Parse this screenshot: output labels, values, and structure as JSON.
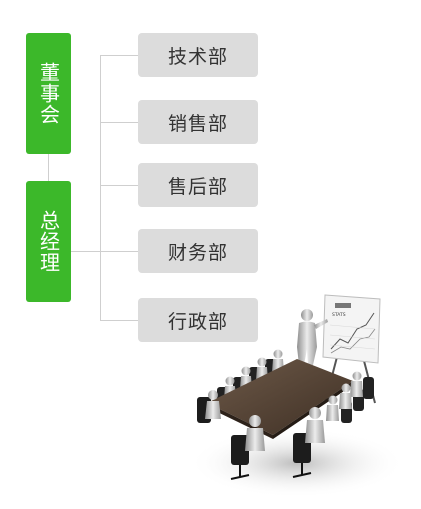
{
  "leadership": {
    "board": "董事会",
    "general_manager": "总经理"
  },
  "departments": [
    {
      "label": "技术部"
    },
    {
      "label": "销售部"
    },
    {
      "label": "售后部"
    },
    {
      "label": "财务部"
    },
    {
      "label": "行政部"
    }
  ],
  "illustration": {
    "chart_board_label": "STATS"
  },
  "colors": {
    "accent_green": "#3cb82a",
    "department_box": "#dcdcdc",
    "connector": "#cfcfcf"
  }
}
